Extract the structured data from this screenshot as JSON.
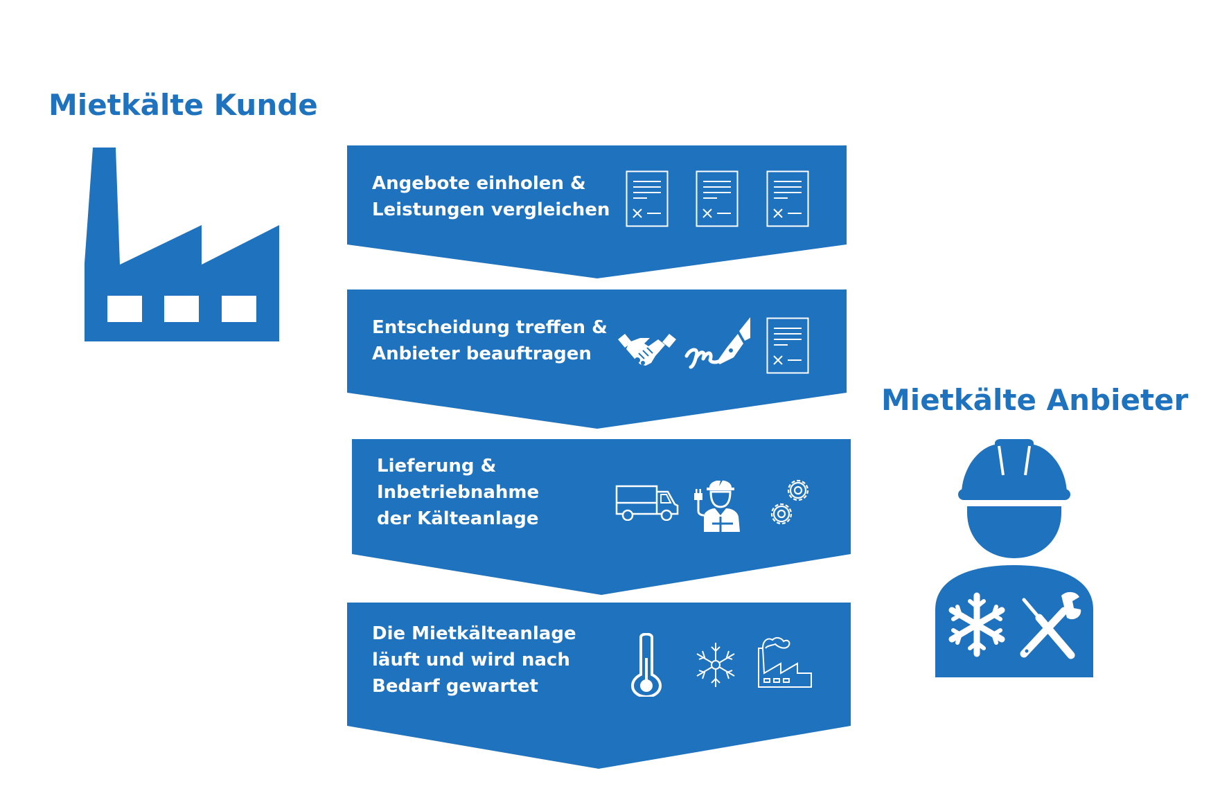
{
  "colors": {
    "brand_blue": "#1f73be",
    "background": "#ffffff",
    "icon_fg": "#ffffff"
  },
  "customer": {
    "title": "Mietkälte Kunde",
    "icon": "factory-icon"
  },
  "provider": {
    "title": "Mietkälte Anbieter",
    "icon": "technician-with-helmet-icon",
    "badge_icons": [
      "snowflake-icon",
      "screwdriver-wrench-icon"
    ]
  },
  "steps": [
    {
      "label": "Angebote einholen &\nLeistungen vergleichen",
      "icons": [
        "contract-document-icon",
        "contract-document-icon",
        "contract-document-icon"
      ]
    },
    {
      "label": "Entscheidung treffen &\nAnbieter beauftragen",
      "icons": [
        "handshake-icon",
        "signature-pen-icon",
        "contract-document-icon"
      ]
    },
    {
      "label": "Lieferung &\nInbetriebnahme\nder Kälteanlage",
      "icons": [
        "delivery-truck-icon",
        "electrician-icon",
        "gears-icon"
      ]
    },
    {
      "label": "Die Mietkälteanlage\nläuft und wird nach\nBedarf gewartet",
      "icons": [
        "thermometer-icon",
        "snowflake-icon",
        "factory-outline-icon"
      ]
    }
  ]
}
